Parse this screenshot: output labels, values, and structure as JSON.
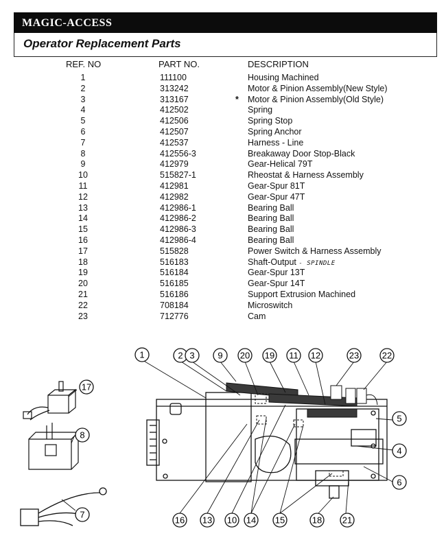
{
  "header": {
    "brand": "MAGIC-ACCESS",
    "subtitle": "Operator Replacement Parts"
  },
  "columns": {
    "ref": "REF. NO",
    "part": "PART NO.",
    "desc": "DESCRIPTION"
  },
  "parts": [
    {
      "ref": "1",
      "part": "111100",
      "desc": "Housing Machined"
    },
    {
      "ref": "2",
      "part": "313242",
      "desc": "Motor & Pinion Assembly(New Style)"
    },
    {
      "ref": "3",
      "part": "313167",
      "desc": "Motor & Pinion Assembly(Old Style)",
      "mark": "*"
    },
    {
      "ref": "4",
      "part": "412502",
      "desc": "Spring"
    },
    {
      "ref": "5",
      "part": "412506",
      "desc": "Spring Stop"
    },
    {
      "ref": "6",
      "part": "412507",
      "desc": "Spring Anchor"
    },
    {
      "ref": "7",
      "part": "412537",
      "desc": "Harness - Line"
    },
    {
      "ref": "8",
      "part": "412556-3",
      "desc": "Breakaway Door Stop-Black"
    },
    {
      "ref": "9",
      "part": "412979",
      "desc": "Gear-Helical 79T"
    },
    {
      "ref": "10",
      "part": "515827-1",
      "desc": "Rheostat & Harness Assembly"
    },
    {
      "ref": "11",
      "part": "412981",
      "desc": "Gear-Spur 81T"
    },
    {
      "ref": "12",
      "part": "412982",
      "desc": "Gear-Spur 47T"
    },
    {
      "ref": "13",
      "part": "412986-1",
      "desc": "Bearing Ball"
    },
    {
      "ref": "14",
      "part": "412986-2",
      "desc": "Bearing Ball"
    },
    {
      "ref": "15",
      "part": "412986-3",
      "desc": "Bearing Ball"
    },
    {
      "ref": "16",
      "part": "412986-4",
      "desc": "Bearing Ball"
    },
    {
      "ref": "17",
      "part": "515828",
      "desc": "Power Switch & Harness Assembly"
    },
    {
      "ref": "18",
      "part": "516183",
      "desc": "Shaft-Output",
      "note": "- SPINDLE"
    },
    {
      "ref": "19",
      "part": "516184",
      "desc": "Gear-Spur 13T"
    },
    {
      "ref": "20",
      "part": "516185",
      "desc": "Gear-Spur 14T"
    },
    {
      "ref": "21",
      "part": "516186",
      "desc": "Support Extrusion Machined"
    },
    {
      "ref": "22",
      "part": "708184",
      "desc": "Microswitch"
    },
    {
      "ref": "23",
      "part": "712776",
      "desc": "Cam"
    }
  ],
  "callouts": [
    "1",
    "2",
    "3",
    "9",
    "20",
    "19",
    "11",
    "12",
    "23",
    "22",
    "5",
    "4",
    "6",
    "17",
    "8",
    "7",
    "16",
    "13",
    "10",
    "14",
    "15",
    "18",
    "21"
  ]
}
